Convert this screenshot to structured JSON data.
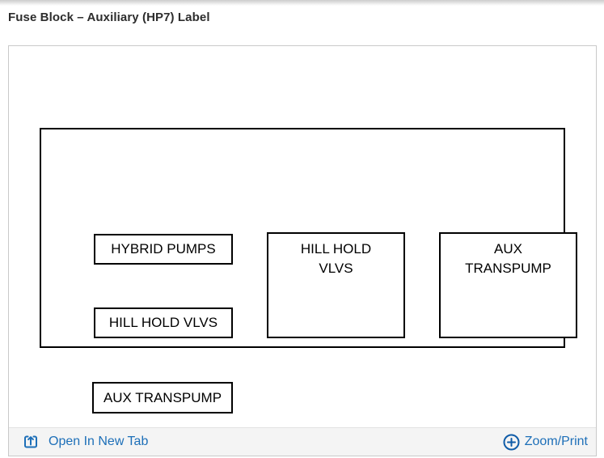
{
  "header": {
    "title": "Fuse Block – Auxiliary (HP7) Label"
  },
  "diagram": {
    "left_boxes": [
      "HYBRID PUMPS",
      "HILL HOLD VLVS",
      "AUX TRANSPUMP"
    ],
    "center_box": "HILL HOLD\nVLVS",
    "right_box": "AUX\nTRANSPUMP"
  },
  "footer": {
    "open_in_new_tab_label": "Open In New Tab",
    "zoom_print_label": "Zoom/Print"
  },
  "colors": {
    "link_blue": "#1d6fb8",
    "icon_blue": "#0f5ca8",
    "diagram_border": "#000000",
    "panel_border": "#c9c9c9",
    "footer_bg": "#f4f4f4"
  },
  "icons": {
    "open_in_new_tab": "box-arrow-up-icon",
    "zoom_print": "circle-plus-icon"
  }
}
